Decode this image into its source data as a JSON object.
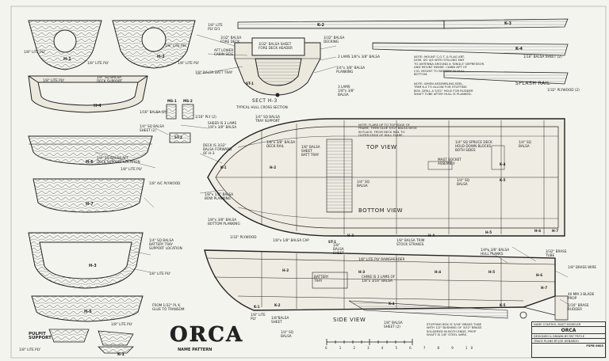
{
  "title": "ORCA",
  "title_sub": "NAME PATTERN",
  "views": {
    "top": "TOP VIEW",
    "bottom": "BOTTOM VIEW",
    "side": "SIDE VIEW",
    "section": "SECT H-3",
    "section_sub": "TYPICAL HULL CROSS SECTION",
    "splash": "SPLASH RAIL",
    "pulpit": "PULPIT SUPPORT"
  },
  "parts": {
    "h1": "H-1",
    "h2": "H-2",
    "h3": "H-3",
    "h4": "H-4",
    "h5": "H-5",
    "h6": "H-6",
    "h7": "H-7",
    "k1": "K-1",
    "k2": "K-2",
    "k3": "K-3",
    "k4": "K-4",
    "k5": "K-5",
    "st1": "ST-1",
    "st2": "ST-2",
    "ms1": "MS-1",
    "ms2": "MS-2"
  },
  "notes": {
    "n01": "1/8\" LITE PLY",
    "n02": "1/8\" LITE PLY",
    "n03": "1/8\" LITE PLY",
    "n04": "1/8\" LITE\nPLY D/1",
    "n05": "3/32\" BALSA\nFORE DECK",
    "n06": "AFT LOWER\nCABIN SIDE",
    "n07": "1/8\" LITE PLY",
    "n08": "3/32\" BALSA SHEET\nFORE DECK HEADER",
    "n09": "1/8\" BALSA BATT TRAY",
    "n10": "3/32\" BALSA\nDECKING",
    "n11": "2 LAMS 1/8\"x 3/8\" BALSA",
    "n12": "1/4\"x 3/8\" BALSA\nPLANKING",
    "n13": "3 LAMS\n1/8\"x 3/8\"\nBALSA",
    "n14": "1/16\" BALSA SHEET (2)",
    "n15": "NOTE: MOUNT C.G.T. & FLAG ART.\nDOM. DO 4/5 WITH STILLING MAY\nTO ANTENNA AROUND A 'SINGLE' DEPRESSOR.\nAND MOUNT INSIDE. CABIN APT OF\nC/G. MOUNT TO BATTERY IN HULL\nBOTTOM.",
    "n16": "NOTE: WHEN ASSEMBLING KEEL,\nTRIM K-4 TO ALLOW FOR STUFFING\nBOX. DRILL A 5/32\" HOLE FOR RUDDER\nSHAFT TUBE AFTER HULL IS PLANKED.",
    "n17": "1/32\" PLYWOOD (2)",
    "n18": "1/4\" SQ BALSA\nDECK SUPPORT",
    "n19": "1/8\" LITE PLY",
    "n20": "1/16\" BALSA (2)",
    "n21": "1/16\" PLY (2)",
    "n22": "1/4\" SQ BALSA\nSHEET (2)",
    "n23": "SHEER IS 3 LAMS\n1/8\"x 3/8\" BALSA",
    "n24": "1/4\" SQ BALSA\nTRAY SUPPORT",
    "n25": "DECK IS 3/32\"\nBALSA FORWARD\nOF H-3",
    "n26": "1/8\"x 3/8\" BALSA\nDECK RAIL",
    "n27": "1/8\" BALSA\nSHEET\nBATT TRAY",
    "n28": "NOTE: FLARE UP TO TOP EDGE OF\nFRAME. THEN GLUE 3/32\" BALSA DECK\nIN PLACE. FROM DECK RAIL TO\nOUTER EDGE OF HULL FLARE.",
    "n29": "1/4\" SQ SPRUCE DECK\nHOLD DOWN BLOCKS\nBOTH SIDES",
    "n30": "1/4\" SQ\nBALSA",
    "n31": "MAST SOCKET\nASSEMBLY",
    "n32": "1/4\" SQ\nBALSA",
    "n33": "1/4\" SQ\nBALSA",
    "n34": "1/4\" SQ BALSA AFT\nDECK SUPPORT LOCATION",
    "n35": "1/8\" LITE PLY",
    "n36": "1/8\" A/C PLYWOOD",
    "n37": "1/8\"x 1/2\" BALSA\nBOW PLANKING",
    "n38": "1/8\"x 3/8\" BALSA\nBOTTOM PLANKING",
    "n39": "1/8\"\nBALSA\nSHEET",
    "n40": "1/8\" BALSA TRIM\nSTOCK STRAKES",
    "n41": "1/32\" PLYWOOD",
    "n42": "1/8\"x 1/8\" BALSA CAP",
    "n43": "1/8\" LITE PLY RAINSHEADER",
    "n44": "3/32\" BRASS\nTUBE",
    "n45": "1/4\"x 3/8\" BALSA\nHULL PLANKS",
    "n46": "1/8\" BRASS WIRE",
    "n47": "BATTERY\nTRAY",
    "n48": "CHINE IS 3 LAMS OF\n1/8\"x 3/16\" BALSA",
    "n49": "1/4\" SQ BALSA\nBATTERY TRAY\nSUPPORT LOCATION",
    "n50": "1/8\" LITE PLY",
    "n51": "FROM 1/32\" PL K.\nGLUE TO TRANSOM",
    "n52": "1/8\" LITE\nPLY",
    "n53": "1/8\"BALSA\nSHEET",
    "n54": "1/4\" SQ\nBALSA",
    "n55": "1/8\" BALSA\nSHEET (2)",
    "n56": "STUFFING BOX IS 3/16\" BRASS TUBE\nWITH 1/2\" BUSHING OF 3/32\" BRASS\nSOLDERED IN BOTH ENDS. PROP\nSHAFT IS 1/8\" STEEL WIRE.",
    "n57": "40 MM 3 BLADE\nPROP",
    "n58": "1/16\" BRASS\nRUDDER",
    "n59": "1/8\" LITE PLY",
    "n60": "1/8\" LITE PLY"
  },
  "title_block": {
    "row1": "NAME  CONTROL  MAST  MODELER",
    "name": "ORCA",
    "row3": "DESIGNED & DRAWN BY PAT TRITLE",
    "row4": "TRACE PLANS BY JOE DENARDO",
    "row5": "FSPB 0603"
  },
  "scale_label": "0  1  2  3  4  5  6  7  8  9  10"
}
